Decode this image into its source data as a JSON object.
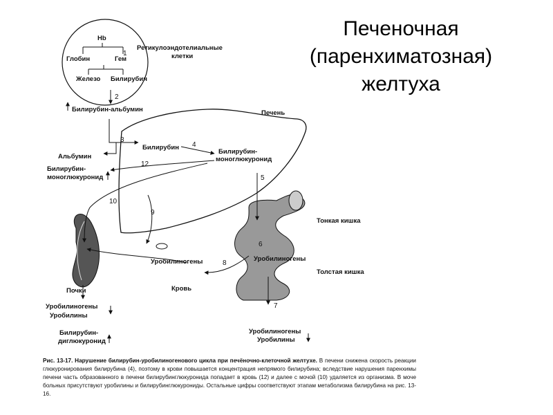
{
  "title": {
    "line1": "Печеночная",
    "line2": "(паренхиматозная)",
    "line3": "желтуха"
  },
  "labels": {
    "hb": "Hb",
    "globin": "Глобин",
    "gem": "Гем",
    "zhelezo": "Железо",
    "bilirubin_top": "Билирубин",
    "reticulo_1": "Ретикулоэндотелиальные",
    "reticulo_2": "клетки",
    "bili_albumin": "Билирубин-альбумин",
    "liver": "Печень",
    "albumin": "Альбумин",
    "bilirubin_liver": "Билирубин",
    "bili_mono_1": "Билирубин-",
    "bili_mono_2": "моноглюкуронид",
    "bili_mono_blood_1": "Билирубин-",
    "bili_mono_blood_2": "моноглюкуронид",
    "small_intestine": "Тонкая кишка",
    "large_intestine": "Толстая кишка",
    "urobilinogens_mid": "Уробилиногены",
    "urobilinogens_gut": "Уробилиногены",
    "blood": "Кровь",
    "kidneys": "Почки",
    "urine_1": "Уробилиногены",
    "urine_2": "Уробилины",
    "bili_digluc_1": "Билирубин-",
    "bili_digluc_2": "диглюкуронид",
    "feces_1": "Уробилиногены",
    "feces_2": "Уробилины"
  },
  "numbers": {
    "n1": "1",
    "n2": "2",
    "n3": "3",
    "n4": "4",
    "n5": "5",
    "n6": "6",
    "n7": "7",
    "n8": "8",
    "n9": "9",
    "n10": "10",
    "n12": "12"
  },
  "caption": {
    "bold": "Рис. 13-17. Нарушение билирубин-уробилиногенового цикла при печёночно-клеточной желтухе.",
    "text": "В печени снижена скорость реакции глюкуронирования билирубина (4), поэтому в крови повышается концентрация непрямого билирубина; вследствие нарушения паренхимы печени часть образованного в печени билирубинглюкуронида попадает в кровь (12) и далее с мочой (10) удаляется из организма. В моче больных присутствуют уробилины и билирубинглюкурониды. Остальные цифры соответствуют этапам метаболизма билирубина на рис. 13-16."
  }
}
